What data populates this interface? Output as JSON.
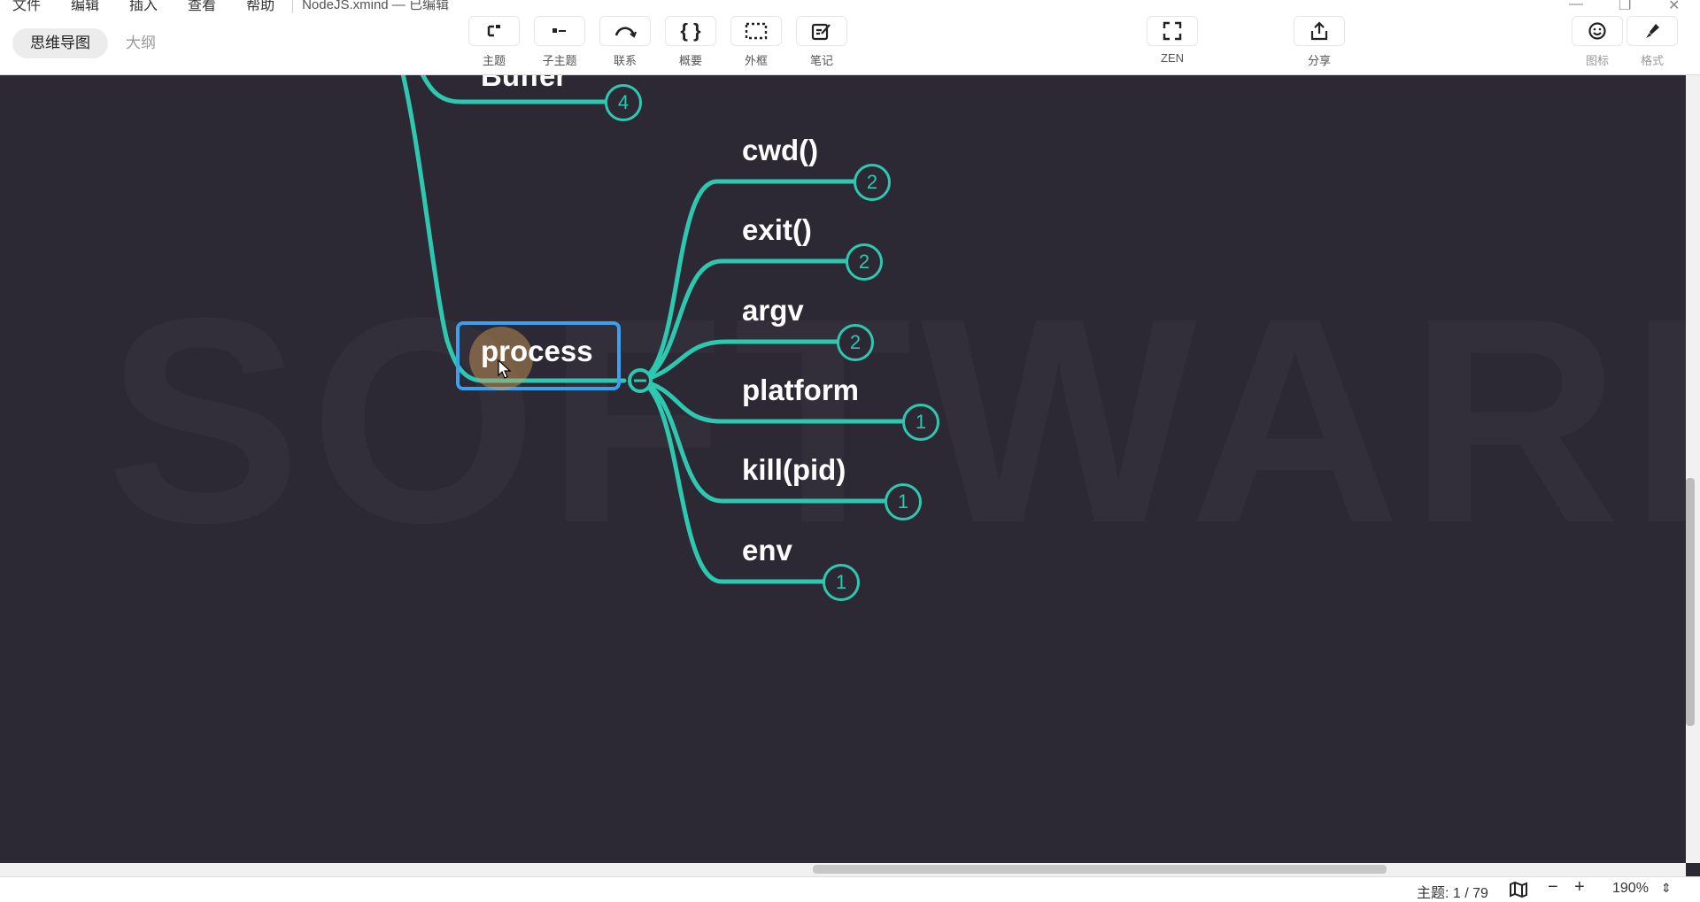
{
  "menu": {
    "items": [
      "文件",
      "编辑",
      "插入",
      "查看",
      "帮助"
    ],
    "doc_title": "NodeJS.xmind — 已编辑"
  },
  "view_switch": {
    "mindmap": "思维导图",
    "outline": "大纲"
  },
  "toolbar": {
    "topic": "主题",
    "subtopic": "子主题",
    "relationship": "联系",
    "summary": "概要",
    "boundary": "外框",
    "note": "笔记",
    "zen": "ZEN",
    "share": "分享",
    "icon": "图标",
    "format": "格式"
  },
  "mindmap": {
    "parent_partial": "Buffer",
    "parent_partial_count": "4",
    "selected_topic": "process",
    "children": [
      {
        "label": "cwd()",
        "count": "2"
      },
      {
        "label": "exit()",
        "count": "2"
      },
      {
        "label": "argv",
        "count": "2"
      },
      {
        "label": "platform",
        "count": "1"
      },
      {
        "label": "kill(pid)",
        "count": "1"
      },
      {
        "label": "env",
        "count": "1"
      }
    ]
  },
  "status": {
    "topic_count": "主题: 1 / 79",
    "zoom": "190%"
  },
  "colors": {
    "branch": "#2ec8b0",
    "selection": "#3aa0f0",
    "canvas_bg": "#2c2834"
  }
}
